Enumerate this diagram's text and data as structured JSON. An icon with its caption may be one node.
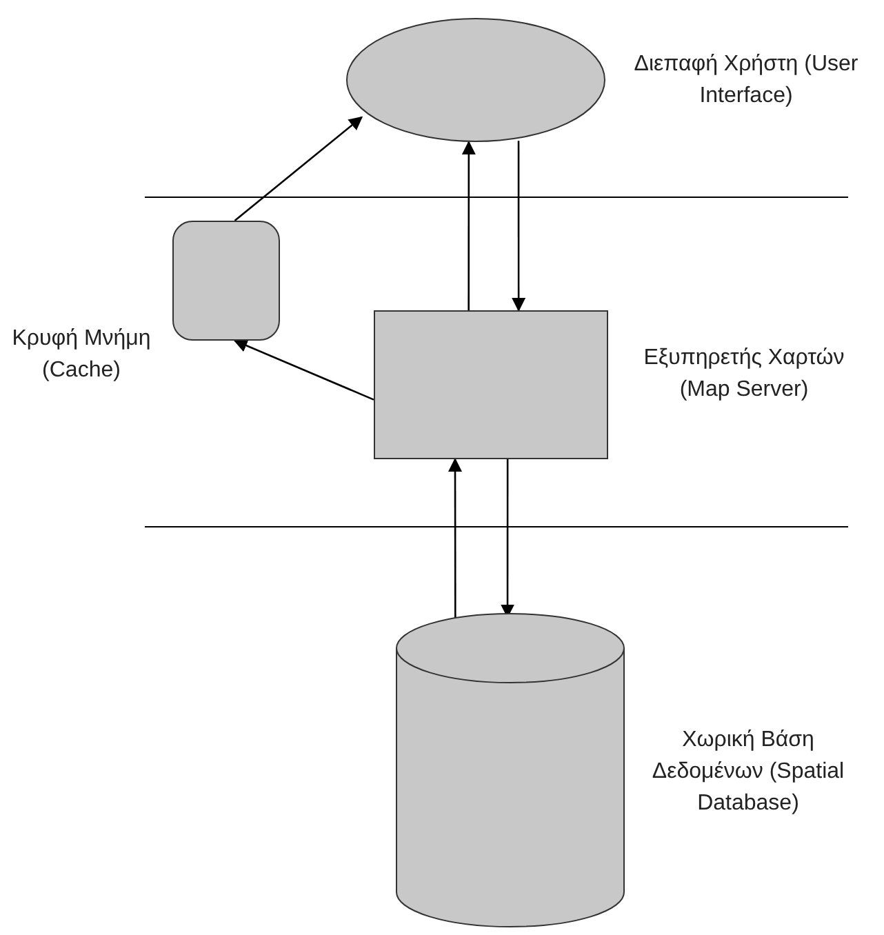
{
  "diagram": {
    "nodes": [
      {
        "text": [
          "Διεπαφή Χρήστη (User Interface)"
        ]
      },
      {
        "text": [
          "Κρυφή Μνήμη (Cache)"
        ]
      },
      {
        "text": [
          "Εξυπηρετής Χαρτών (Map Server)"
        ]
      },
      {
        "text": [
          "Χωρική Βάση Δεδομένων (Spatial Database)"
        ]
      }
    ],
    "edges": [
      {
        "from": 1,
        "to": 0,
        "arrow": "to"
      },
      {
        "from": 2,
        "to": 0,
        "arrow": "to"
      },
      {
        "from": 0,
        "to": 2,
        "arrow": "to"
      },
      {
        "from": 2,
        "to": 1,
        "arrow": "to"
      },
      {
        "from": 3,
        "to": 2,
        "arrow": "to"
      },
      {
        "from": 2,
        "to": 3,
        "arrow": "to"
      }
    ]
  }
}
